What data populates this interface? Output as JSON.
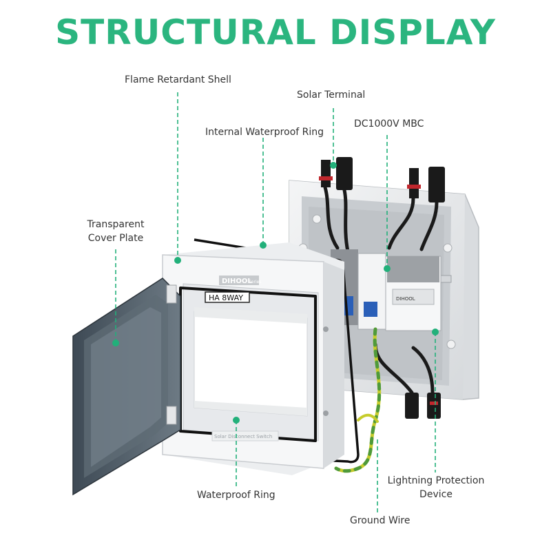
{
  "title": "STRUCTURAL DISPLAY",
  "accent_color": "#2bb57f",
  "labels": {
    "flame_shell": "Flame Retardant Shell",
    "solar_terminal": "Solar Terminal",
    "dc_mbc": "DC1000V MBC",
    "waterproof_ring_internal": "Internal Waterproof Ring",
    "cover_plate_line1": "Transparent",
    "cover_plate_line2": "Cover Plate",
    "lightning_line1": "Lightning Protection",
    "lightning_line2": "Device",
    "waterproof_ring": "Waterproof Ring",
    "ground_wire": "Ground Wire"
  },
  "product_text": {
    "brand": "DIHOOL",
    "brand_sub": "Series",
    "module_label": "HA 8WAY",
    "switch_label": "Solar Disconnect Switch",
    "breaker_brand": "DIHOOL"
  }
}
